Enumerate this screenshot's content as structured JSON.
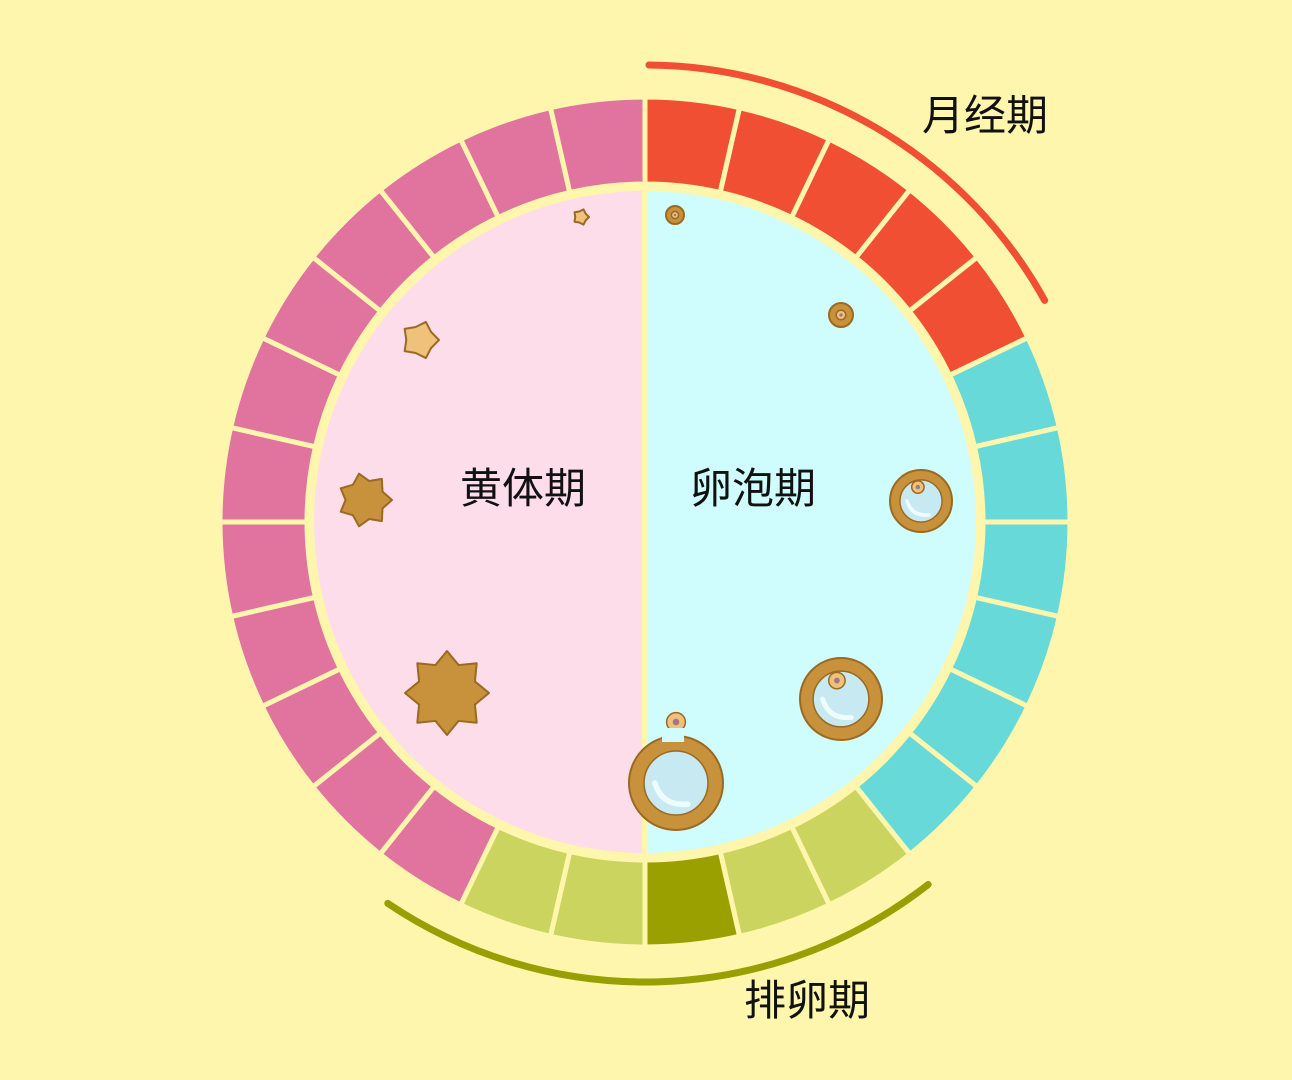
{
  "phases": {
    "menstrual": {
      "label": "月经期",
      "color": "#f04f33"
    },
    "follicular": {
      "label": "卵泡期",
      "color": "#67d9d9",
      "inner_color": "#cffcfd"
    },
    "ovulation": {
      "label": "排卵期",
      "color": "#cbd45e",
      "peak_color": "#9aa000",
      "arc_color": "#97a000"
    },
    "luteal": {
      "label": "黄体期",
      "color": "#e0749f",
      "inner_color": "#feddea"
    }
  },
  "cycle_days": [
    "menstrual",
    "menstrual",
    "menstrual",
    "menstrual",
    "menstrual",
    "follicular",
    "follicular",
    "follicular",
    "follicular",
    "follicular",
    "follicular",
    "ovulation",
    "ovulation",
    "ovulation-peak",
    "ovulation",
    "ovulation",
    "luteal",
    "luteal",
    "luteal",
    "luteal",
    "luteal",
    "luteal",
    "luteal",
    "luteal",
    "luteal",
    "luteal",
    "luteal",
    "luteal"
  ],
  "background": "#fef6ad"
}
